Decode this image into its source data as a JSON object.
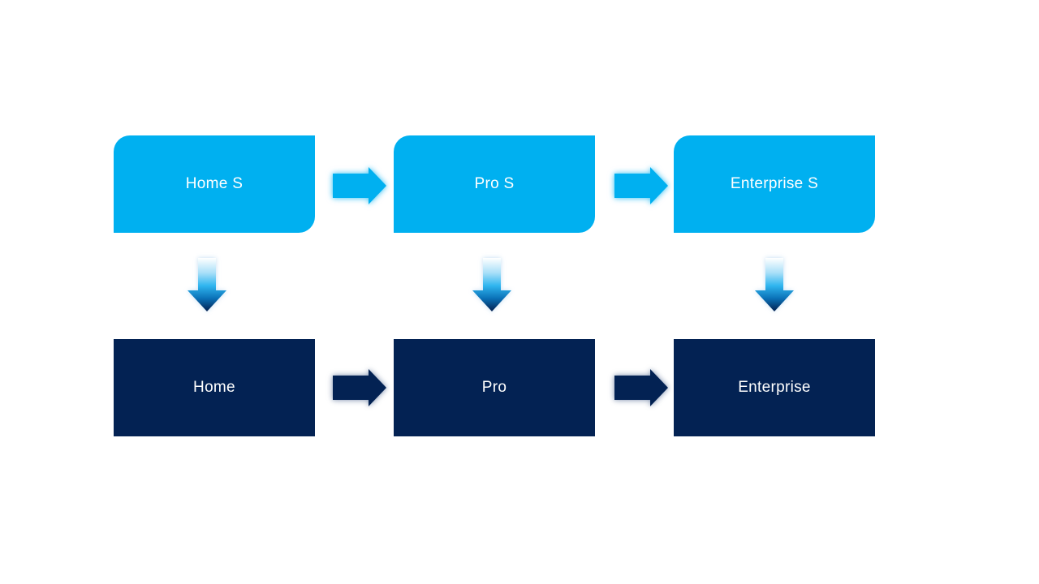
{
  "colors": {
    "background": "#FFFFFF",
    "light_blue": "#00B0F0",
    "dark_navy": "#032253",
    "label_text": "#FFFFFF",
    "down_arrow_gradient": [
      "#FFFFFF",
      "#A8DFF8",
      "#2FB5EF",
      "#0A70B6",
      "#041F4E"
    ]
  },
  "top_row": {
    "boxes": [
      {
        "label": "Home S"
      },
      {
        "label": "Pro S"
      },
      {
        "label": "Enterprise S"
      }
    ]
  },
  "bottom_row": {
    "boxes": [
      {
        "label": "Home"
      },
      {
        "label": "Pro"
      },
      {
        "label": "Enterprise"
      }
    ]
  }
}
